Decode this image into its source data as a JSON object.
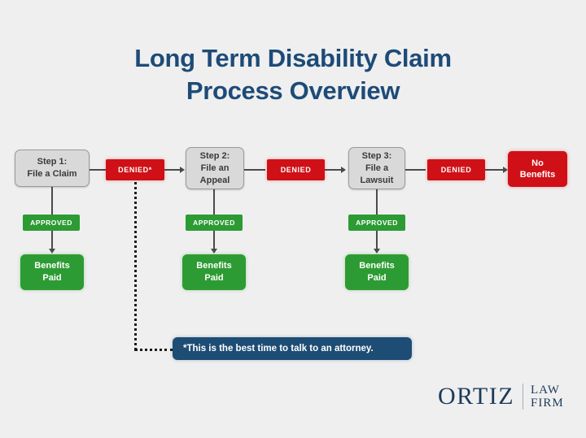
{
  "title": {
    "line1": "Long Term Disability Claim",
    "line2": "Process Overview",
    "color": "#1d4b78"
  },
  "colors": {
    "background": "#efefef",
    "step_box": "#d9d9d9",
    "step_border": "#9a9a9a",
    "denied_red": "#cf1016",
    "approved_green": "#2d9b33",
    "callout_navy": "#1d4d75",
    "connector": "#4a4a4a",
    "logo_navy": "#1d3a5c"
  },
  "flow": {
    "steps": [
      {
        "id": "step-1",
        "label": "Step 1:\nFile a Claim",
        "line1": "Step 1:",
        "line2": "File a Claim",
        "denied_label": "DENIED*",
        "approved_label": "APPROVED",
        "paid_label": "Benefits\nPaid",
        "paid_line1": "Benefits",
        "paid_line2": "Paid"
      },
      {
        "id": "step-2",
        "label": "Step 2:\nFile an\nAppeal",
        "line1": "Step 2:",
        "line2": "File an",
        "line3": "Appeal",
        "denied_label": "DENIED",
        "approved_label": "APPROVED",
        "paid_label": "Benefits\nPaid",
        "paid_line1": "Benefits",
        "paid_line2": "Paid"
      },
      {
        "id": "step-3",
        "label": "Step 3:\nFile a\nLawsuit",
        "line1": "Step 3:",
        "line2": "File a",
        "line3": "Lawsuit",
        "denied_label": "DENIED",
        "approved_label": "APPROVED",
        "paid_label": "Benefits\nPaid",
        "paid_line1": "Benefits",
        "paid_line2": "Paid"
      }
    ],
    "final_outcome": {
      "line1": "No",
      "line2": "Benefits"
    }
  },
  "callout": {
    "text": "*This is the best time to talk to an attorney."
  },
  "logo": {
    "primary": "ORTIZ",
    "secondary_line1": "LAW",
    "secondary_line2": "FIRM"
  }
}
